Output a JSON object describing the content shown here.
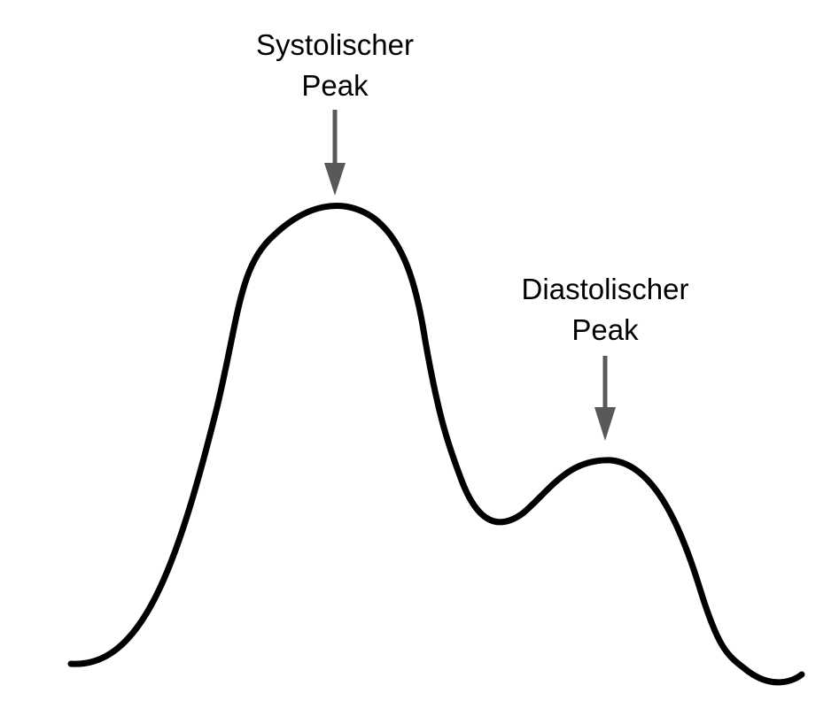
{
  "labels": {
    "systolic_line1": "Systolischer",
    "systolic_line2": "Peak",
    "diastolic_line1": "Diastolischer",
    "diastolic_line2": "Peak"
  },
  "colors": {
    "curve": "#000000",
    "arrow": "#595959",
    "text": "#000000",
    "background": "#ffffff"
  }
}
